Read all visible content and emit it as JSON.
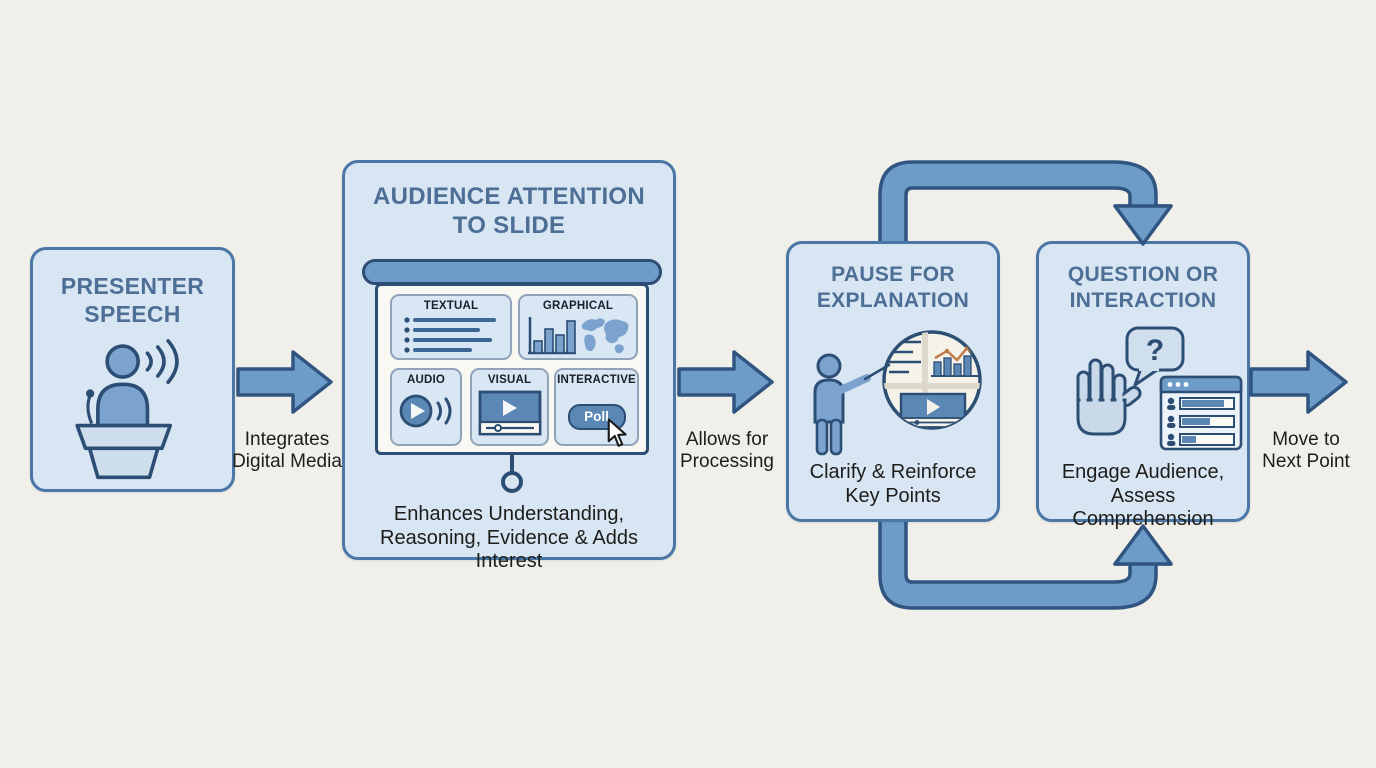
{
  "diagram": {
    "step1": {
      "title": "PRESENTER SPEECH"
    },
    "arrow1": {
      "label": "Integrates Digital Media"
    },
    "step2": {
      "title": "AUDIENCE ATTENTION TO SLIDE",
      "cards": [
        {
          "label": "TEXTUAL"
        },
        {
          "label": "GRAPHICAL"
        },
        {
          "label": "AUDIO"
        },
        {
          "label": "VISUAL"
        },
        {
          "label": "INTERACTIVE",
          "button": "Poll"
        }
      ],
      "caption_line1": "Enhances Understanding,",
      "caption_line2": "Reasoning, Evidence & Adds Interest"
    },
    "arrow2": {
      "label": "Allows for Processing"
    },
    "step3": {
      "title": "PAUSE FOR EXPLANATION",
      "caption": "Clarify & Reinforce Key Points"
    },
    "step4": {
      "title": "QUESTION OR INTERACTION",
      "caption": "Engage Audience, Assess Comprehension",
      "bubble_glyph": "?"
    },
    "arrow3": {
      "label": "Move to Next Point"
    }
  },
  "colors": {
    "background": "#f1efe9",
    "box_fill": "#d8e5f2",
    "box_border": "#4a77a5",
    "heading": "#4d6f96",
    "text": "#1d1d1b",
    "arrow_fill": "#6e9cc9",
    "arrow_outline": "#2f5580",
    "icon_navy": "#2d4e74",
    "icon_blue": "#5b87b5",
    "person_blue": "#7ba3cd",
    "chart_line_orange": "#bf7a45"
  }
}
